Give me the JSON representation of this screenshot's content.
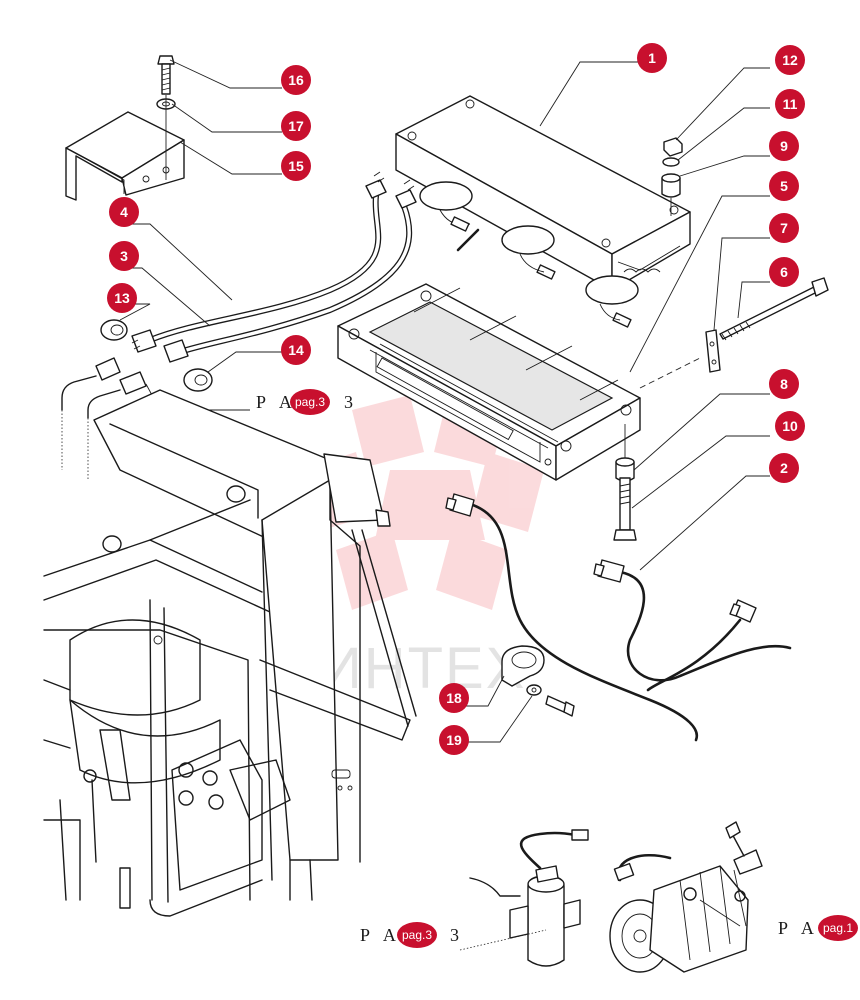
{
  "callouts": [
    {
      "n": "1"
    },
    {
      "n": "2"
    },
    {
      "n": "3"
    },
    {
      "n": "4"
    },
    {
      "n": "5"
    },
    {
      "n": "6"
    },
    {
      "n": "7"
    },
    {
      "n": "8"
    },
    {
      "n": "9"
    },
    {
      "n": "10"
    },
    {
      "n": "11"
    },
    {
      "n": "12"
    },
    {
      "n": "13"
    },
    {
      "n": "14"
    },
    {
      "n": "15"
    },
    {
      "n": "16"
    },
    {
      "n": "17"
    },
    {
      "n": "18"
    },
    {
      "n": "19"
    }
  ],
  "refs": [
    {
      "text": "P A",
      "page": "pag.3",
      "suffix": "3"
    },
    {
      "text": "P A",
      "page": "pag.3",
      "suffix": "3"
    },
    {
      "text": "P A",
      "page": "pag.1",
      "suffix": ""
    }
  ],
  "watermark": {
    "text": "ИНТЕХ",
    "color": "#e8202a"
  },
  "colors": {
    "badge": "#c8102e",
    "line": "#1a1a1a"
  }
}
